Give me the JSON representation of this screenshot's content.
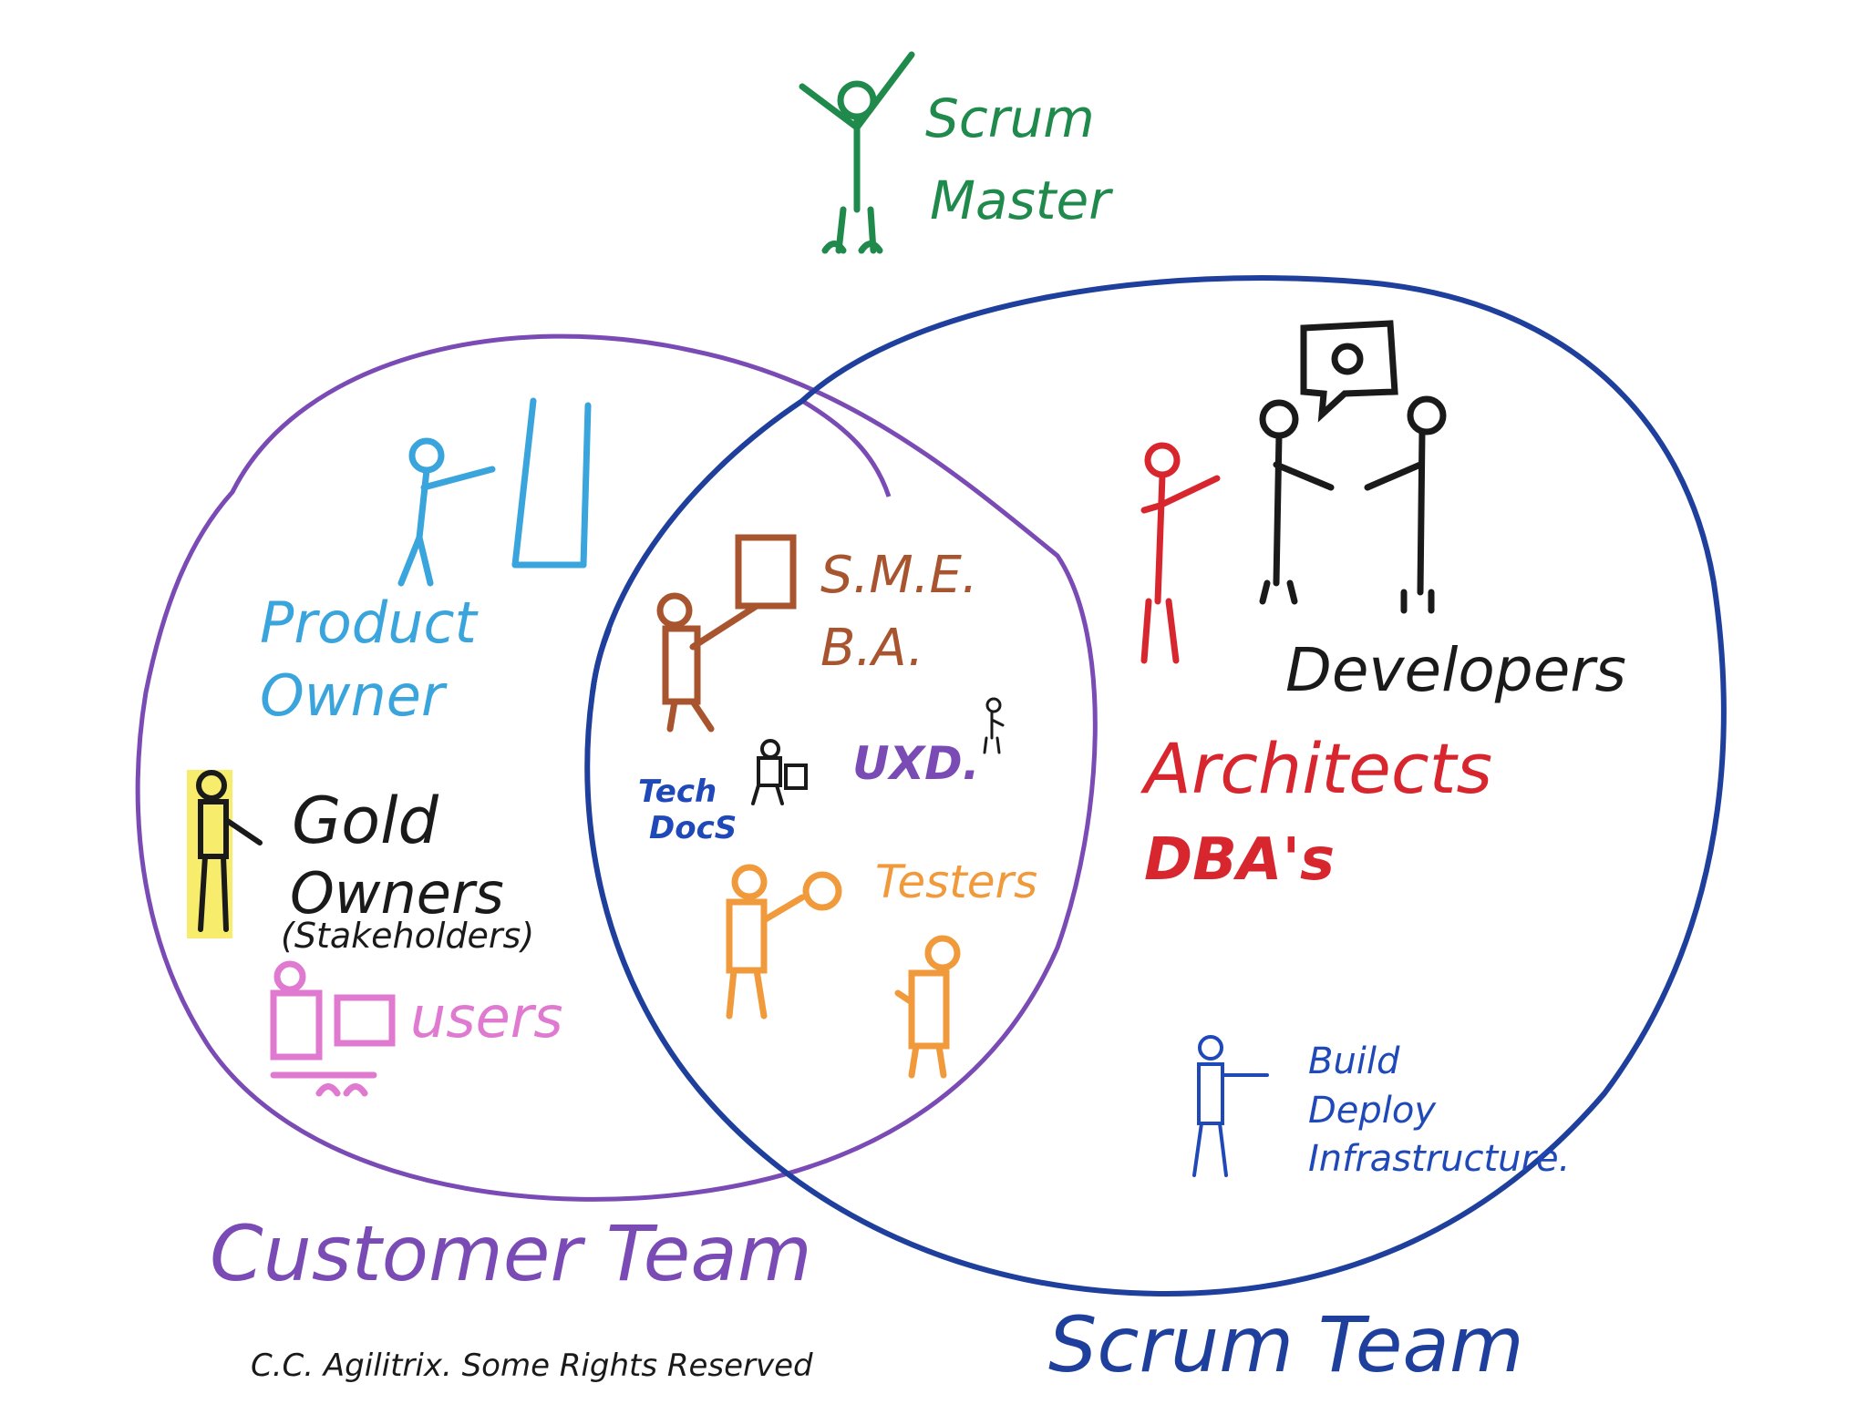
{
  "roles": {
    "scrum_master": {
      "line1": "Scrum",
      "line2": "Master"
    },
    "product_owner": {
      "line1": "Product",
      "line2": "Owner"
    },
    "gold_owners": {
      "line1": "Gold",
      "line2": "Owners",
      "line3": "(Stakeholders)"
    },
    "users": {
      "label": "users"
    },
    "sme_ba": {
      "line1": "S.M.E.",
      "line2": "B.A."
    },
    "tech_docs": {
      "line1": "Tech",
      "line2": "DocS"
    },
    "uxd": {
      "label": "UXD."
    },
    "testers": {
      "label": "Testers"
    },
    "developers": {
      "label": "Developers"
    },
    "architects": {
      "label": "Architects"
    },
    "dbas": {
      "label": "DBA's"
    },
    "build": {
      "line1": "Build",
      "line2": "Deploy",
      "line3": "Infrastructure."
    }
  },
  "groups": {
    "customer_team": "Customer Team",
    "scrum_team": "Scrum Team"
  },
  "credit": "C.C. Agilitrix. Some Rights Reserved",
  "colors": {
    "green": "#1f8a4c",
    "purple": "#7a4bb5",
    "navy": "#1f3f9c",
    "light_blue": "#3aa4dc",
    "yellow": "#f4e53a",
    "black": "#1a1a1a",
    "pink": "#e07ad0",
    "brown": "#a8542e",
    "orange": "#f09a3c",
    "red": "#d8262f",
    "dark_blue": "#1f48b8"
  }
}
